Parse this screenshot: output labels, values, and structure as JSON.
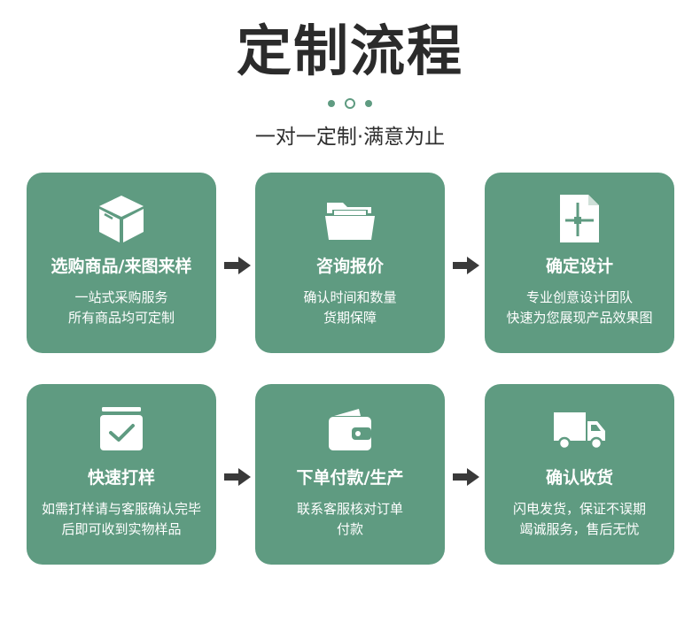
{
  "header": {
    "title": "定制流程",
    "subtitle": "一对一定制·满意为止"
  },
  "colors": {
    "card_bg": "#5f9b81",
    "title_text": "#2b2b2b",
    "arrow": "#3a3a3a"
  },
  "steps": [
    {
      "icon": "box-icon",
      "title": "选购商品/来图来样",
      "line1": "一站式采购服务",
      "line2": "所有商品均可定制"
    },
    {
      "icon": "folder-icon",
      "title": "咨询报价",
      "line1": "确认时间和数量",
      "line2": "货期保障"
    },
    {
      "icon": "document-design-icon",
      "title": "确定设计",
      "line1": "专业创意设计团队",
      "line2": "快速为您展现产品效果图"
    },
    {
      "icon": "inbox-check-icon",
      "title": "快速打样",
      "line1": "如需打样请与客服确认完毕",
      "line2": "后即可收到实物样品"
    },
    {
      "icon": "wallet-icon",
      "title": "下单付款/生产",
      "line1": "联系客服核对订单",
      "line2": "付款"
    },
    {
      "icon": "delivery-truck-icon",
      "title": "确认收货",
      "line1": "闪电发货，保证不误期",
      "line2": "竭诚服务，售后无忧"
    }
  ]
}
